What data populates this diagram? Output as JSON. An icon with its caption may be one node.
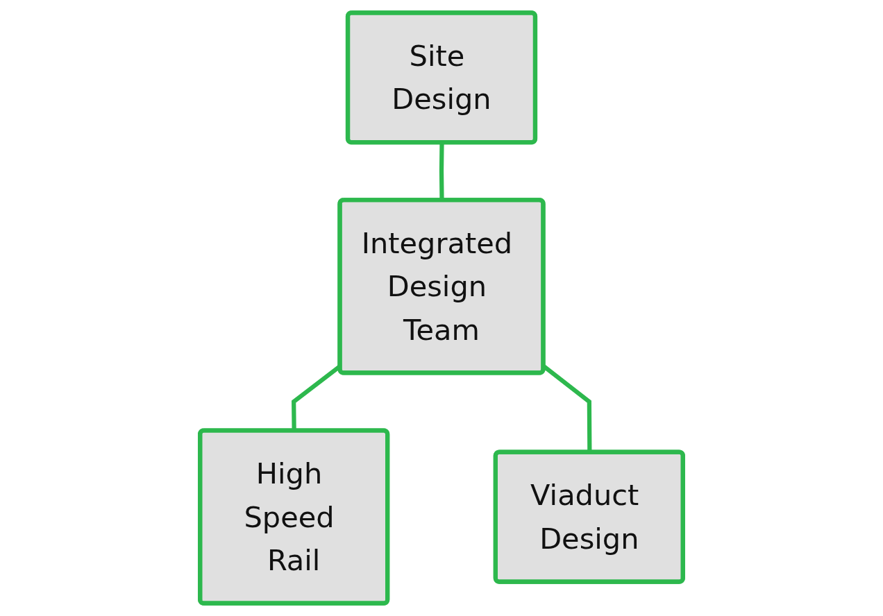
{
  "diagram": {
    "nodes": [
      {
        "text": [
          "Site Design"
        ]
      },
      {
        "text": [
          "Integrated Design Team"
        ]
      },
      {
        "text": [
          "High Speed Rail"
        ]
      },
      {
        "text": [
          "Viaduct Design"
        ]
      }
    ],
    "edges": [
      {
        "from": 0,
        "to": 1,
        "arrow": "none"
      },
      {
        "from": 1,
        "to": 2,
        "arrow": "none"
      },
      {
        "from": 1,
        "to": 3,
        "arrow": "none"
      }
    ]
  }
}
